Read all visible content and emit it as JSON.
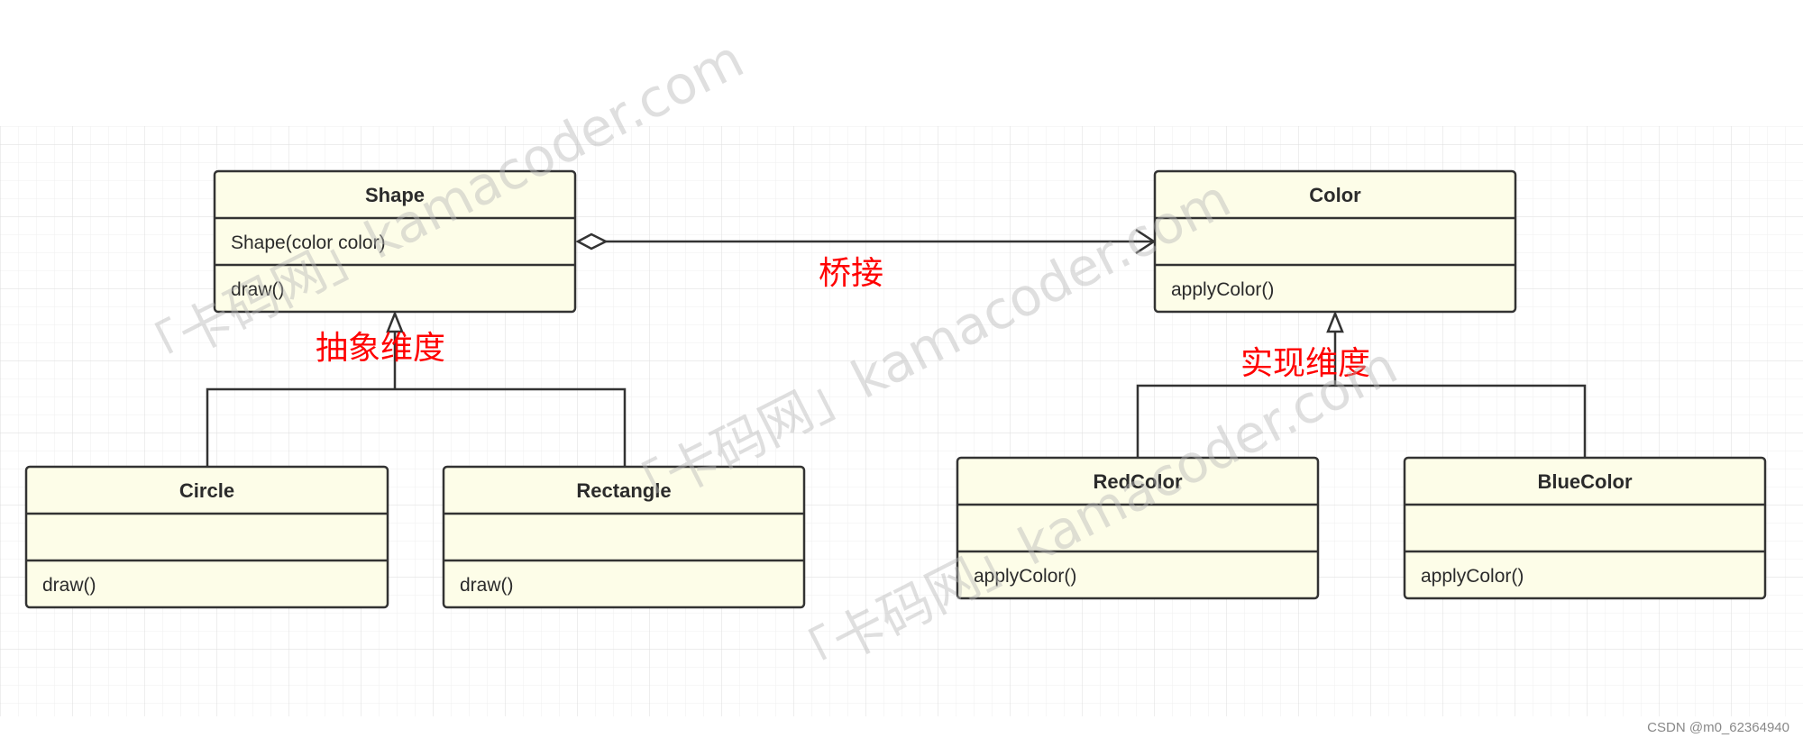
{
  "classes": {
    "shape": {
      "name": "Shape",
      "attribute": "Shape(color color)",
      "method": "draw()"
    },
    "color": {
      "name": "Color",
      "attribute": "",
      "method": "applyColor()"
    },
    "circle": {
      "name": "Circle",
      "attribute": "",
      "method": "draw()"
    },
    "rectangle": {
      "name": "Rectangle",
      "attribute": "",
      "method": "draw()"
    },
    "red_color": {
      "name": "RedColor",
      "attribute": "",
      "method": "applyColor()"
    },
    "blue_color": {
      "name": "BlueColor",
      "attribute": "",
      "method": "applyColor()"
    }
  },
  "annotations": {
    "bridge": "桥接",
    "abstraction_dimension": "抽象维度",
    "implementation_dimension": "实现维度"
  },
  "watermark_text": "「卡码网」kamacoder.com",
  "credit": "CSDN @m0_62364940",
  "colors": {
    "class_fill": "#fdfde8",
    "class_border": "#333333",
    "annotation": "#ff0000",
    "grid_line": "#e9e9e9"
  }
}
